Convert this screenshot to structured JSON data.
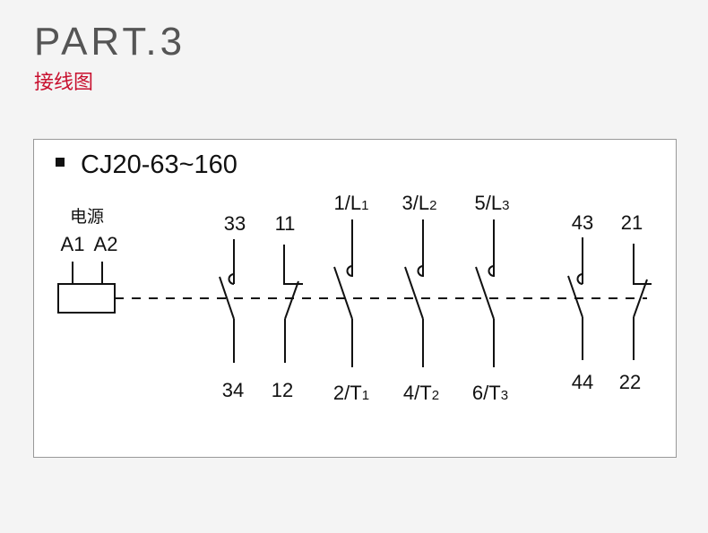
{
  "header": {
    "title": "PART.3",
    "subtitle": "接线图"
  },
  "diagram": {
    "model": "CJ20-63~160",
    "coil": {
      "label": "电源",
      "terminals": [
        "A1",
        "A2"
      ]
    },
    "contacts": [
      {
        "type": "NO",
        "top": "33",
        "bottom": "34"
      },
      {
        "type": "NC",
        "top": "11",
        "bottom": "12"
      },
      {
        "type": "NO-main",
        "top": "1/L",
        "top_sub": "1",
        "bottom": "2/T",
        "bottom_sub": "1"
      },
      {
        "type": "NO-main",
        "top": "3/L",
        "top_sub": "2",
        "bottom": "4/T",
        "bottom_sub": "2"
      },
      {
        "type": "NO-main",
        "top": "5/L",
        "top_sub": "3",
        "bottom": "6/T",
        "bottom_sub": "3"
      },
      {
        "type": "NO",
        "top": "43",
        "bottom": "44"
      },
      {
        "type": "NC",
        "top": "21",
        "bottom": "22"
      }
    ]
  }
}
